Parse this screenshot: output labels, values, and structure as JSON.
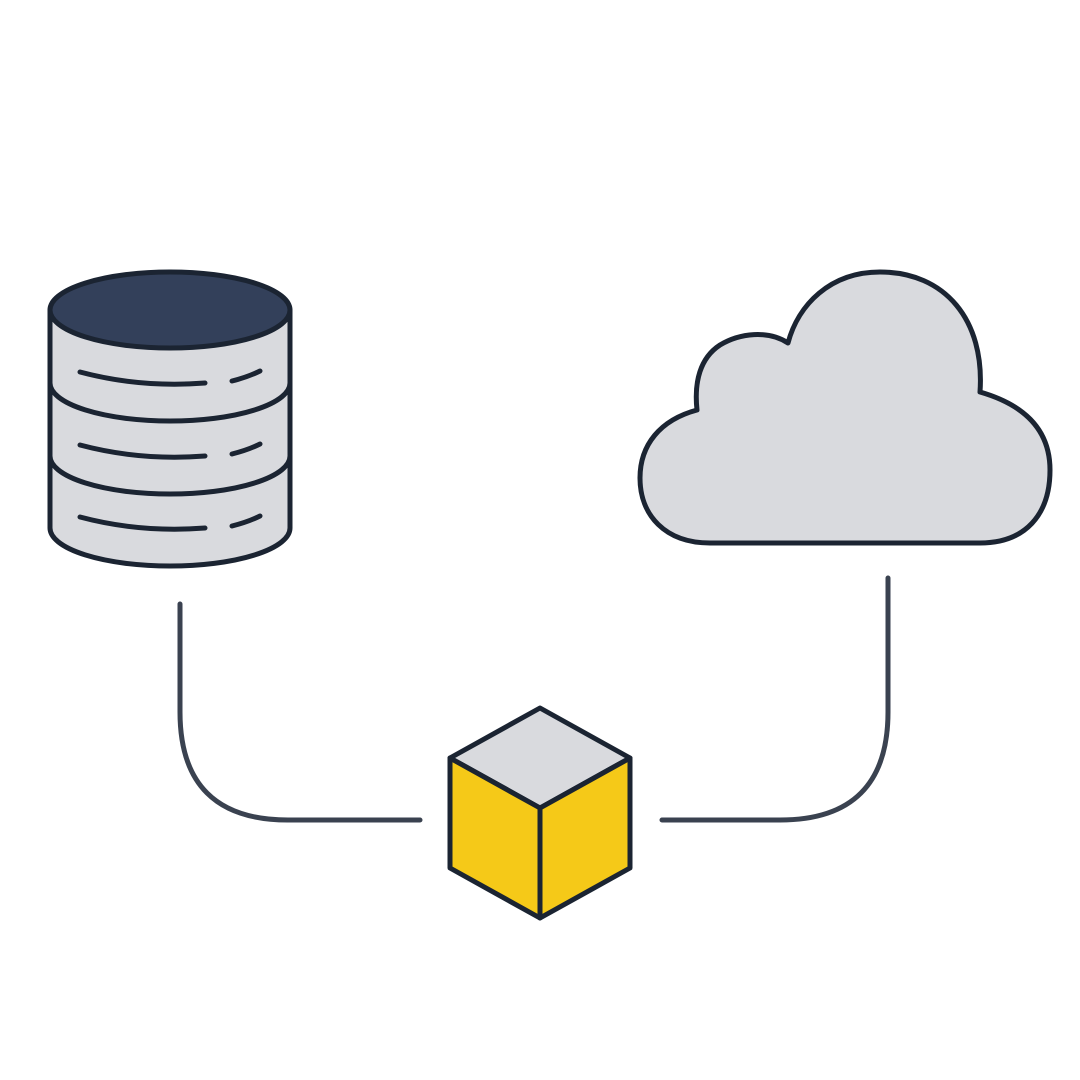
{
  "diagram": {
    "nodes": [
      {
        "id": "database",
        "icon": "database-icon"
      },
      {
        "id": "cloud",
        "icon": "cloud-icon"
      },
      {
        "id": "package",
        "icon": "cube-icon"
      }
    ],
    "edges": [
      {
        "from": "database",
        "to": "package"
      },
      {
        "from": "cloud",
        "to": "package"
      }
    ]
  },
  "colors": {
    "outline": "#1b2432",
    "database_top": "#33405a",
    "fill_gray": "#d9dade",
    "cube_yellow": "#f5c918",
    "connector": "#3a4250",
    "background": "#ffffff"
  }
}
